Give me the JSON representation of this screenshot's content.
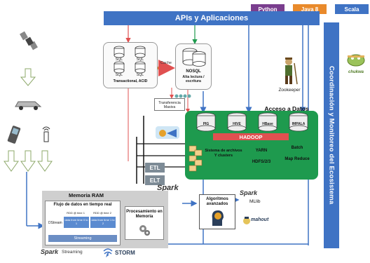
{
  "tags": {
    "python": "Python",
    "java": "Java 8",
    "scala": "Scala"
  },
  "apis": "APIs y Aplicaciones",
  "coordination": "Coordinación y Monitoreo del Ecosistema",
  "zookeeper": "Zookeeper",
  "chukwa": "chukwa",
  "sql": {
    "db1": "SQL",
    "db2": "SQL",
    "db3": "SQL",
    "db4": "SQL",
    "caption": "Transactional, ACID"
  },
  "cache": "Cache",
  "nosql": {
    "name": "NOSQL",
    "caption": "Alta lectura / escritura"
  },
  "transfer": "Transferencia Masiva",
  "acceso": "Acceso a Datos",
  "hadoop": "HADOOP",
  "cylinders": {
    "pig": "PIG",
    "hive": "HIVE",
    "hbase": "HBase",
    "impala": "IMPALA"
  },
  "hadoop_cells": {
    "fs": "Sistema de archivos Y clusters",
    "yarn": "YARN",
    "hdfs": "HDFS/2/3",
    "batch": "Batch",
    "mapreduce": "Map Reduce"
  },
  "etl": "ETL",
  "elt": "ELT",
  "spark": "Spark",
  "memoria_ram": "Memoria RAM",
  "flujo": "Flujo de datos en tiempo real",
  "streaming_caption": "Streaming",
  "dstream": "DStream",
  "rdd1": "RDD @ time 1",
  "rdd2": "RDD @ time 2",
  "data1": "data from time 0 to 1",
  "data2": "data from time 1 to 2",
  "procesamiento": "Procesamiento en Memoria",
  "algoritmos": "Algoritmos avanzados",
  "mllib": "MLlib",
  "mahout": "mahout",
  "spark_streaming": "Streaming",
  "storm": "STORM",
  "colors": {
    "blue": "#3f73c4",
    "python": "#7a3e8e",
    "java": "#e98a2b",
    "green": "#1e9a4e",
    "red": "#e05050"
  }
}
